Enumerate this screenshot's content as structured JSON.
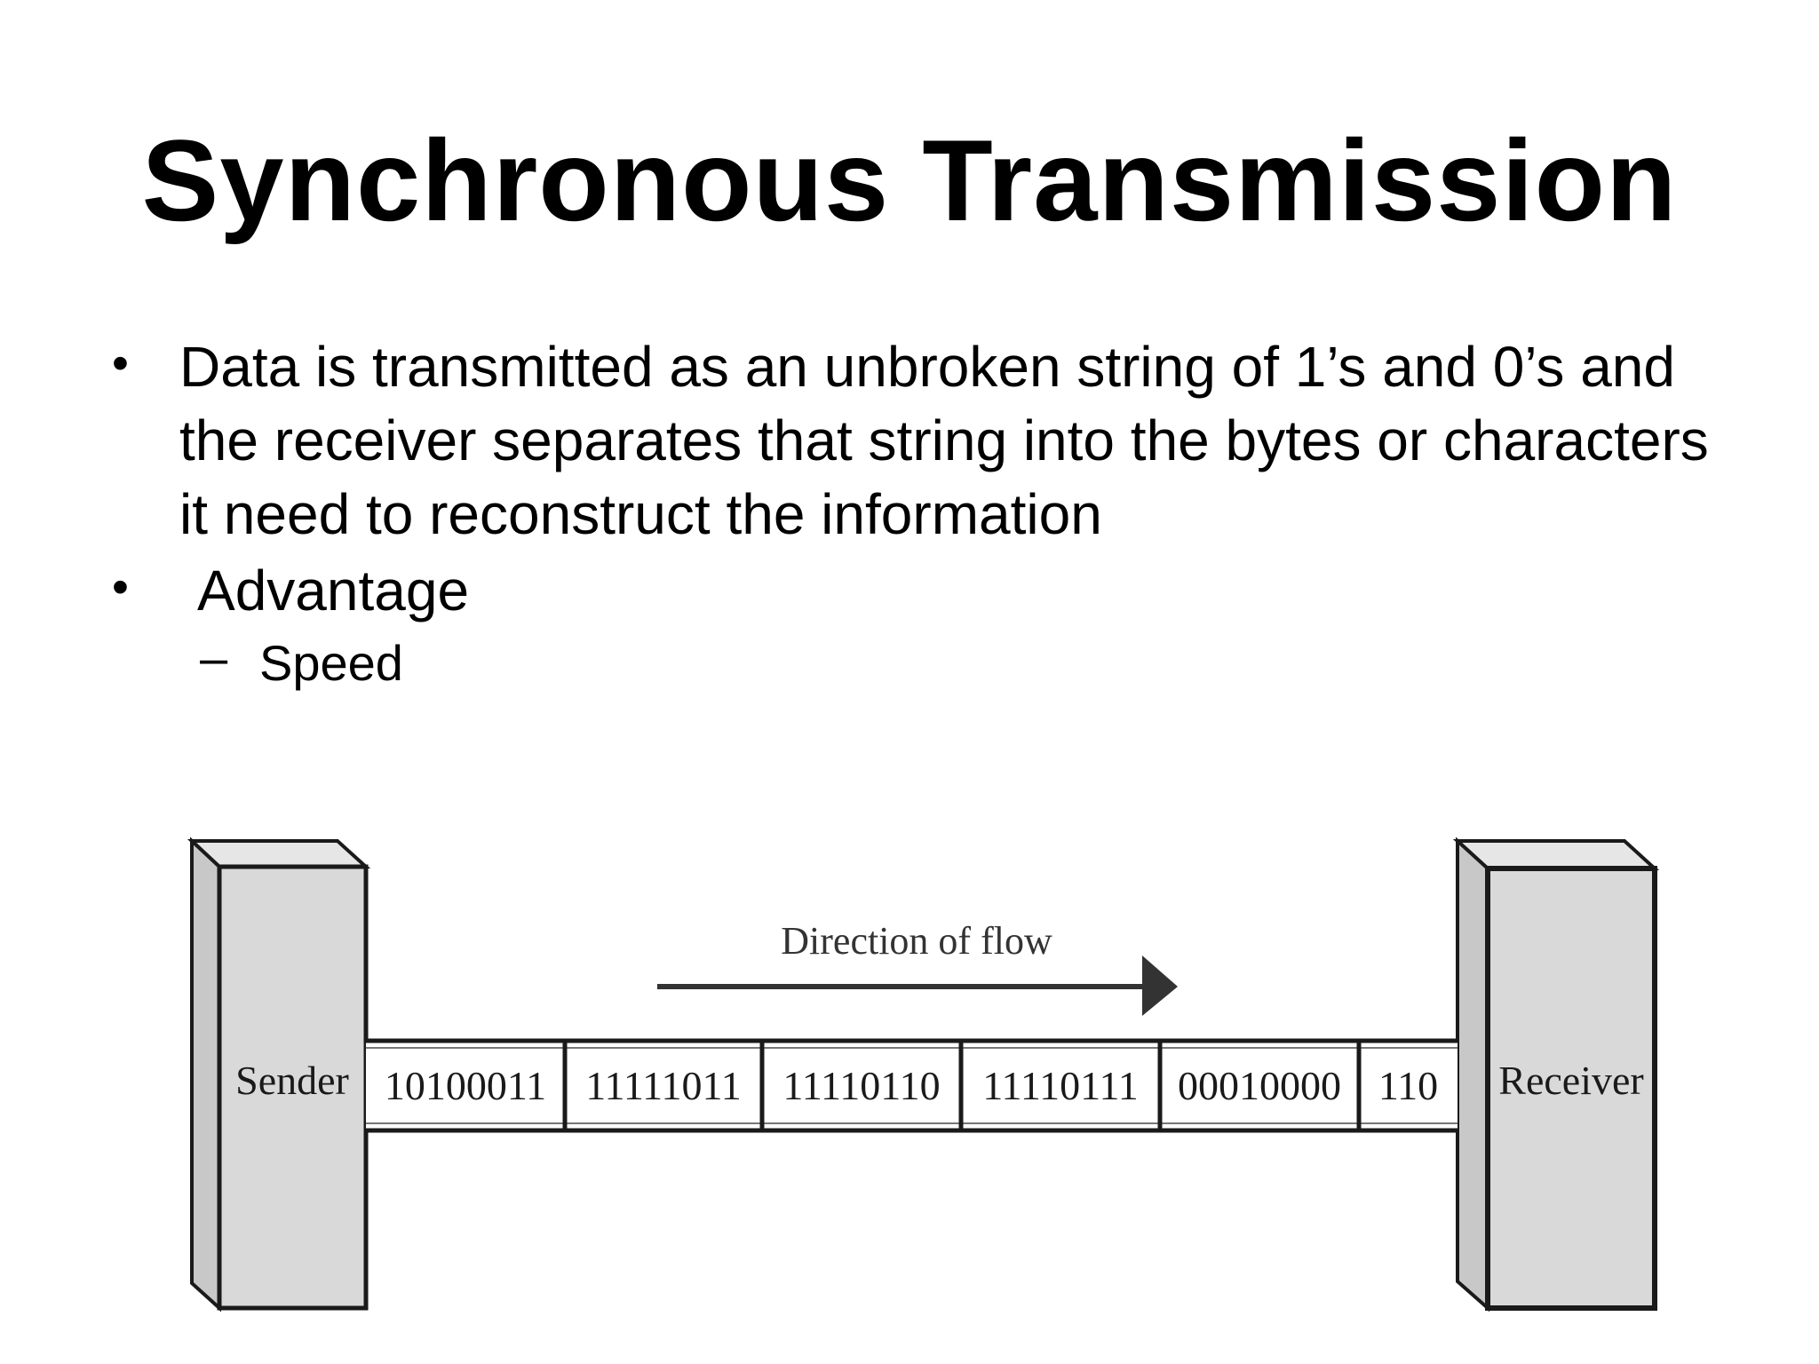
{
  "slide": {
    "title": "Synchronous Transmission",
    "bullets": [
      {
        "marker": "•",
        "text": "Data is transmitted as an unbroken string of 1’s and 0’s and the receiver separates that string into the bytes or characters it need to reconstruct the information"
      },
      {
        "marker": "•",
        "text": "Advantage",
        "sub_bullets": [
          {
            "marker": "–",
            "text": "Speed"
          }
        ]
      }
    ]
  },
  "diagram": {
    "sender_label": "Sender",
    "receiver_label": "Receiver",
    "direction_label": "Direction of flow",
    "bit_groups": [
      "10100011",
      "11111011",
      "11110110",
      "11110111",
      "00010000",
      "110"
    ],
    "colors": {
      "box_fill": "#d9d9d9",
      "box_side": "#c8c8c8",
      "stroke": "#1a1a1a",
      "arrow": "#333333"
    }
  }
}
